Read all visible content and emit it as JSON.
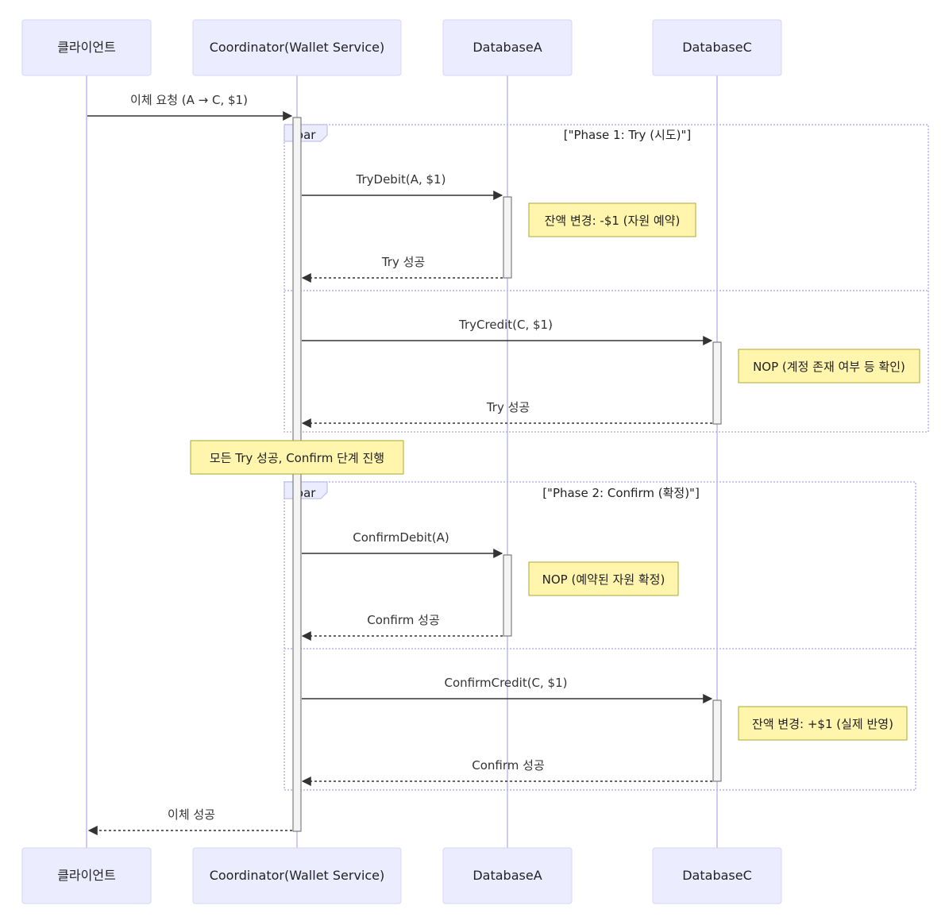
{
  "participants": {
    "client": "클라이언트",
    "coordinator": "Coordinator(Wallet Service)",
    "db_a": "DatabaseA",
    "db_c": "DatabaseC"
  },
  "messages": {
    "transfer_request": "이체 요청 (A → C, $1)",
    "try_debit": "TryDebit(A, $1)",
    "try_success_a": "Try 성공",
    "try_credit": "TryCredit(C, $1)",
    "try_success_c": "Try 성공",
    "confirm_debit": "ConfirmDebit(A)",
    "confirm_success_a": "Confirm 성공",
    "confirm_credit": "ConfirmCredit(C, $1)",
    "confirm_success_c": "Confirm 성공",
    "transfer_success": "이체 성공"
  },
  "notes": {
    "balance_change_a": "잔액 변경: -$1 (자원 예약)",
    "nop_check": "NOP (계정 존재 여부 등 확인)",
    "all_try_success": "모든 Try 성공, Confirm 단계 진행",
    "nop_confirm": "NOP (예약된 자원 확정)",
    "balance_change_c": "잔액 변경: +$1 (실제 반영)"
  },
  "frames": {
    "phase1_keyword": "par",
    "phase1_condition": "[\"Phase 1: Try (시도)\"]",
    "phase2_keyword": "par",
    "phase2_condition": "[\"Phase 2: Confirm (확정)\"]"
  },
  "colors": {
    "actor_fill": "#ECECFF",
    "note_fill": "#FFF5AD",
    "lifeline": "#CCCCF0"
  }
}
